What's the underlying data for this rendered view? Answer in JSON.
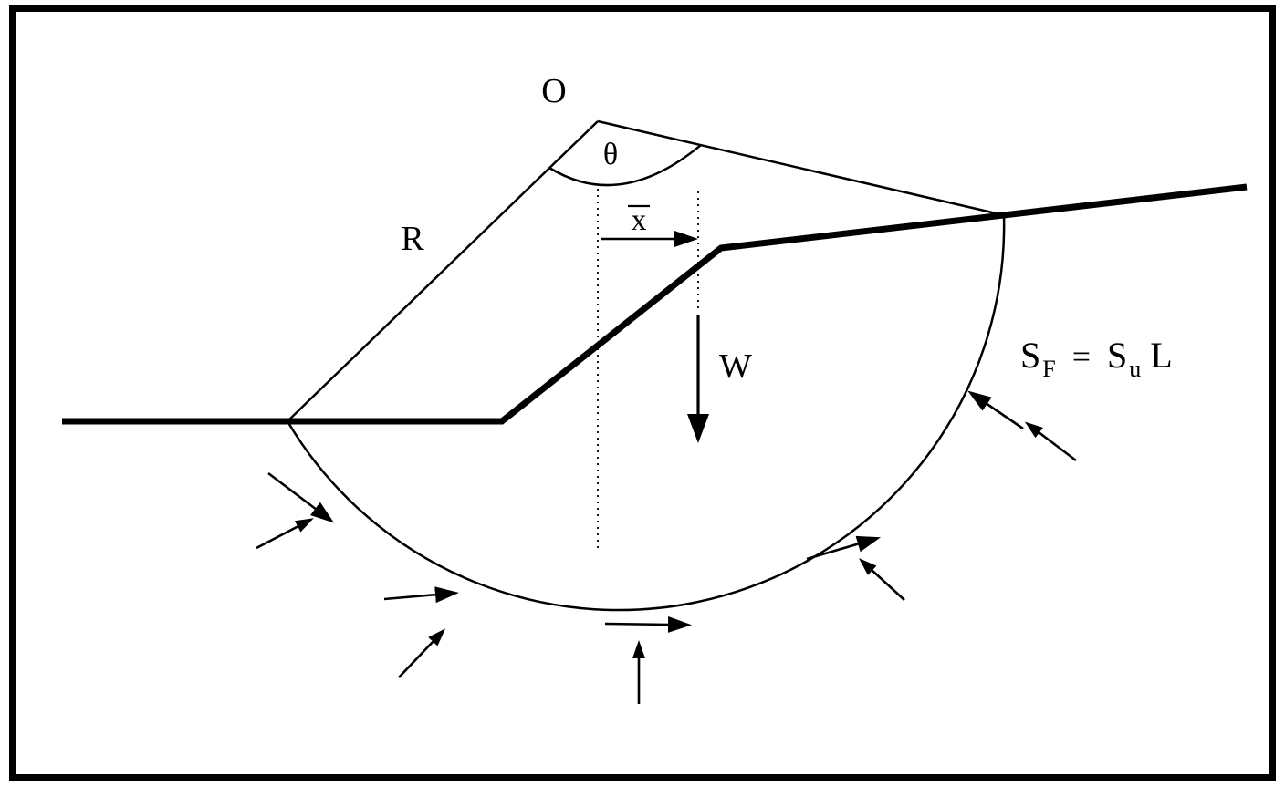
{
  "diagram": {
    "kind": "slope-stability-circular-failure-surface",
    "colors": {
      "ink": "#000000",
      "background": "#ffffff"
    },
    "labels": {
      "center_point": "O",
      "angle": "θ",
      "radius": "R",
      "xbar": "x",
      "weight": "W",
      "shear_equation": {
        "s1": "S",
        "sub1": "F",
        "eq": "=",
        "s2": "S",
        "sub2": "u",
        "l": "L"
      }
    }
  }
}
